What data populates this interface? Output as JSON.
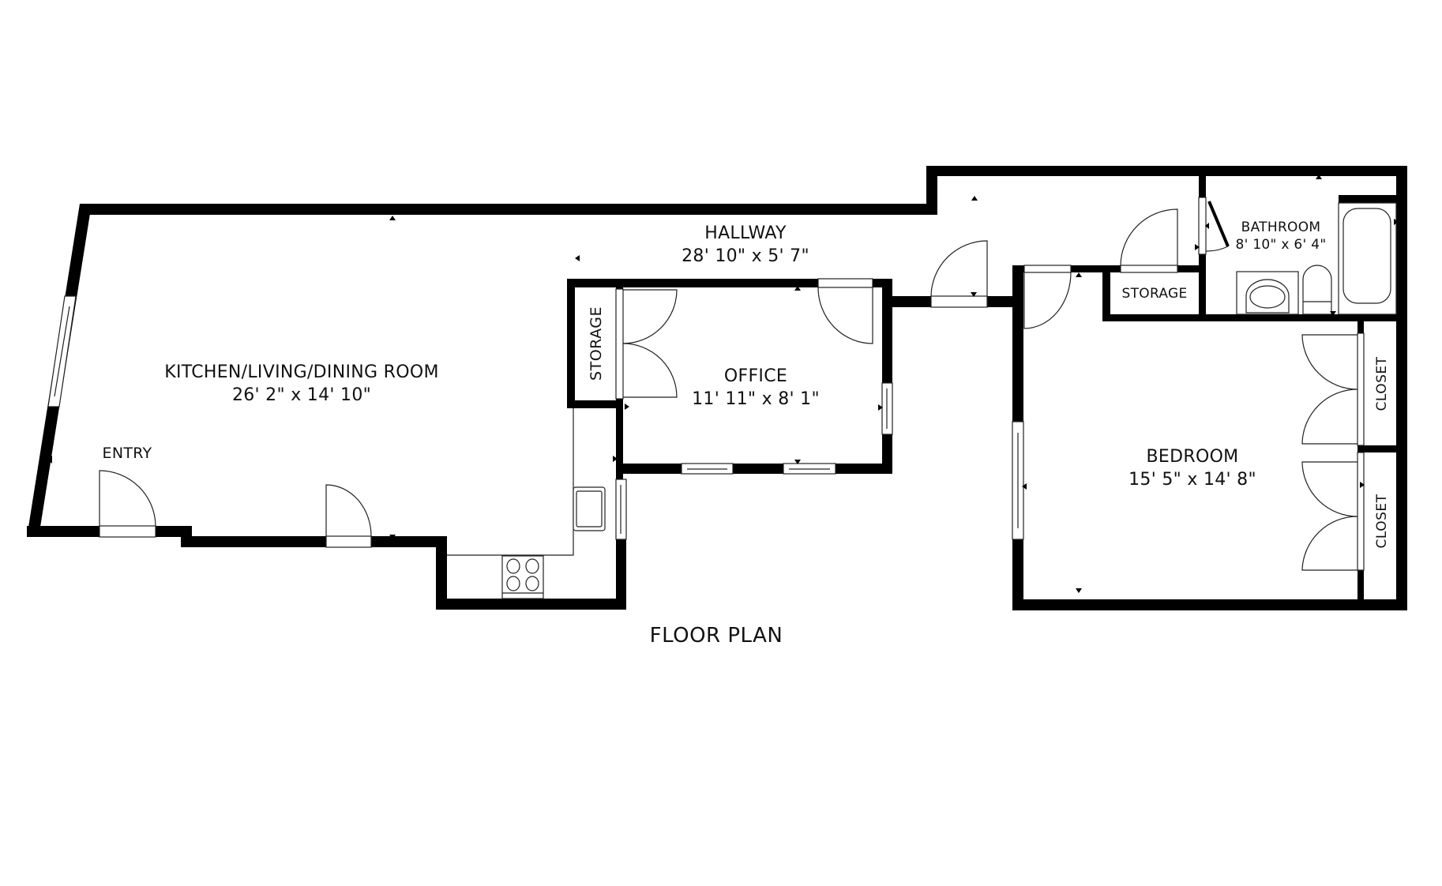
{
  "plan": {
    "title": "FLOOR PLAN",
    "colors": {
      "wall": "#000000",
      "background": "#ffffff",
      "line": "#222222"
    },
    "rooms": [
      {
        "id": "kitchen",
        "name": "KITCHEN/LIVING/DINING ROOM",
        "dims": "26' 2\" x 14' 10\""
      },
      {
        "id": "hallway",
        "name": "HALLWAY",
        "dims": "28' 10\" x 5' 7\""
      },
      {
        "id": "office",
        "name": "OFFICE",
        "dims": "11' 11\" x 8' 1\""
      },
      {
        "id": "bathroom",
        "name": "BATHROOM",
        "dims": "8' 10\" x 6' 4\""
      },
      {
        "id": "bedroom",
        "name": "BEDROOM",
        "dims": "15' 5\" x 14' 8\""
      }
    ],
    "unlabeled_areas": {
      "entry": "ENTRY",
      "storage_office": "STORAGE",
      "storage_hall": "STORAGE",
      "closet_1": "CLOSET",
      "closet_2": "CLOSET"
    },
    "fixtures": [
      "stove-icon",
      "kitchen-sink-icon",
      "bathroom-sink-icon",
      "toilet-icon",
      "bathtub-icon"
    ]
  }
}
